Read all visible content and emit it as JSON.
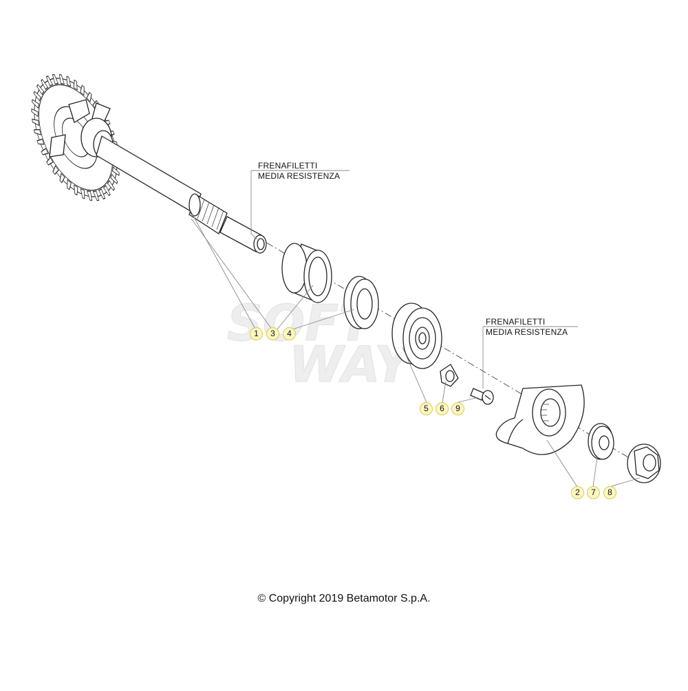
{
  "notes": [
    {
      "line1": "FRENAFILETTI",
      "line2": "MEDIA RESISTENZA"
    },
    {
      "line1": "FRENAFILETTI",
      "line2": "MEDIA RESISTENZA"
    }
  ],
  "callouts": [
    "1",
    "3",
    "4",
    "5",
    "6",
    "9",
    "2",
    "7",
    "8"
  ],
  "copyright": "© Copyright 2019 Betamotor S.p.A.",
  "colors": {
    "line": "#222222",
    "callout_fill": "#fbf6c2",
    "callout_border": "#d9cc4a",
    "watermark": "#e6e6e6"
  }
}
